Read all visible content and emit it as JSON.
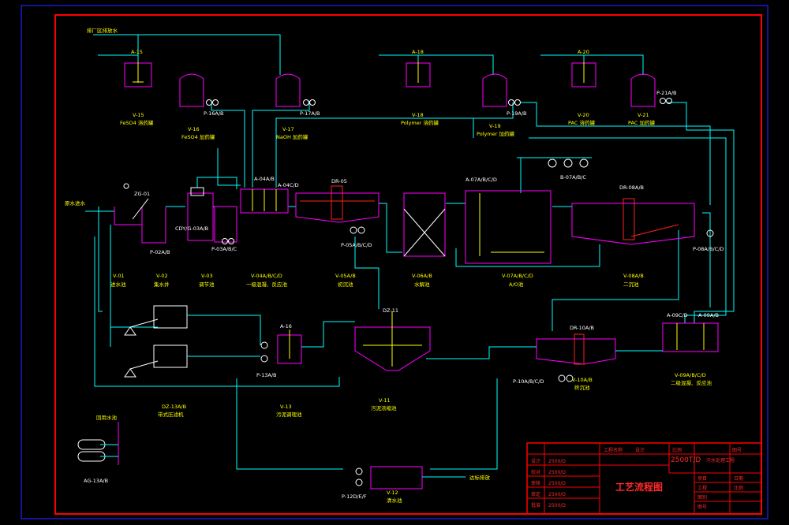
{
  "drawing": {
    "title": "工艺流程图",
    "capacity_label": "2500T/D",
    "capacity_suffix": "污水处理工程"
  },
  "streams": {
    "waste_in": "排厂区排放水",
    "inlet": "原水进水",
    "outlet": "达标排放",
    "bottom_left": "回用水池"
  },
  "units": {
    "v15": {
      "tag": "V-15",
      "name": "FeSO4 溶药罐"
    },
    "v16": {
      "tag": "V-16",
      "name": "FeSO4 加药罐"
    },
    "v17": {
      "tag": "V-17",
      "name": "NaOH 加药罐"
    },
    "v18": {
      "tag": "V-18",
      "name": "Polymer 溶药罐"
    },
    "v19": {
      "tag": "V-19",
      "name": "Polymer 加药罐"
    },
    "v20": {
      "tag": "V-20",
      "name": "PAC 溶药罐"
    },
    "v21": {
      "tag": "V-21",
      "name": "PAC 加药罐"
    },
    "v01": {
      "tag": "V-01",
      "name": "进水池"
    },
    "v02": {
      "tag": "V-02",
      "name": "集水井"
    },
    "v03": {
      "tag": "V-03",
      "name": "调节池"
    },
    "v04": {
      "tag": "V-04A/B/C/D",
      "name": "一级混凝、反应池"
    },
    "v05": {
      "tag": "V-05A/B",
      "name": "初沉池"
    },
    "v06": {
      "tag": "V-06A/B",
      "name": "水解池"
    },
    "v07": {
      "tag": "V-07A/B/C/D",
      "name": "A/O池"
    },
    "v08": {
      "tag": "V-08A/B",
      "name": "二沉池"
    },
    "v09": {
      "tag": "V-09A/B/C/D",
      "name": "二级混凝、反应池"
    },
    "v10": {
      "tag": "V-10A/B",
      "name": "终沉池"
    },
    "v11": {
      "tag": "V-11",
      "name": "污泥浓缩池"
    },
    "v13": {
      "tag": "V-13",
      "name": "污泥调理池"
    },
    "v12": {
      "tag": "V-12",
      "name": "清水池"
    },
    "dz": {
      "tag": "DZ-13A/B",
      "name": "带式压滤机"
    }
  },
  "labels": {
    "a15": "A-15",
    "a16": "A-16",
    "a18": "A-18",
    "a20": "A-20",
    "p16": "P-16A/B",
    "p17": "P-17A/B",
    "p19": "P-19A/B",
    "p21": "P-21A/B",
    "zg01": "ZG-01",
    "p02": "P-02A/B",
    "cdy": "CDY/G-03A/B",
    "p03": "P-03A/B/C",
    "a04": "A-04A/B",
    "a04c": "A-04C/D",
    "dr05": "DR-05",
    "p05": "P-05A/B/C/D",
    "a07": "A-07A/B/C/D",
    "b07": "B-07A/B/C",
    "dr08": "DR-08A/B",
    "p08": "P-08A/B/C/D",
    "a09": "A-09C/D",
    "a09b": "A-09A/B",
    "dr10": "DR-10A/B",
    "p10": "P-10A/B/C/D",
    "dz11": "DZ-11",
    "a16b": "A-16",
    "p13": "P-13A/B",
    "p12": "P-12D/E/F",
    "ag": "AG-13A/B"
  },
  "title_block": {
    "rows_left": [
      "设计",
      "校对",
      "审核",
      "审定",
      "批准"
    ],
    "rows_mid": [
      "2500/D",
      "2500/D",
      "2500/D",
      "2500/D",
      "2500/D"
    ],
    "head": [
      "工程名称",
      "设计",
      "比例",
      "图号"
    ],
    "right": [
      "项目",
      "工程",
      "图别",
      "图号",
      "日期",
      "比例"
    ]
  },
  "colors": {
    "frame": "#ff0000",
    "line": "#00ffff",
    "equip": "#ff00ff",
    "text": "#ffff00",
    "pump": "#ffffff",
    "scraper": "#ff2020"
  }
}
